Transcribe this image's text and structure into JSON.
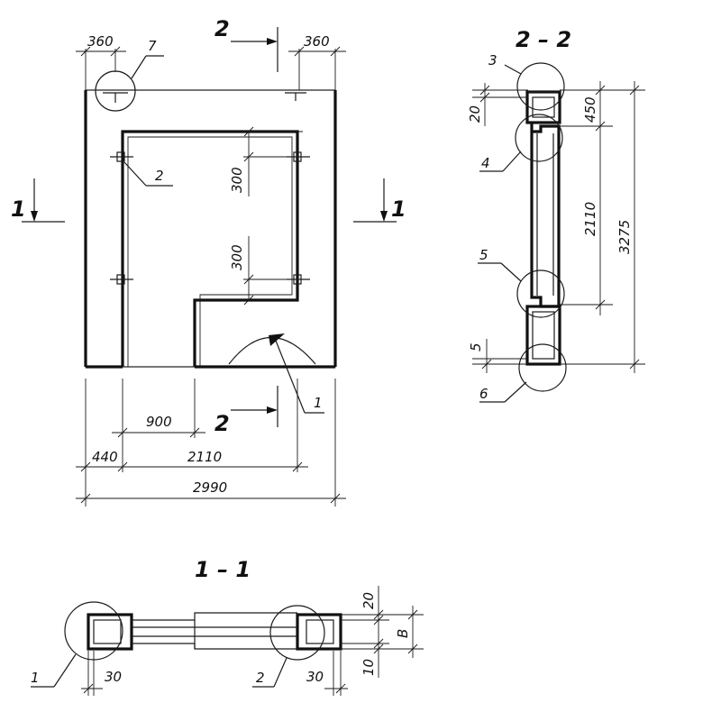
{
  "plan": {
    "dim_top_left": "360",
    "dim_top_right": "360",
    "dim_300_a": "300",
    "dim_300_b": "300",
    "dim_900": "900",
    "dim_440": "440",
    "dim_2110": "2110",
    "dim_2990": "2990",
    "callout_1": "1",
    "callout_2": "2",
    "callout_7": "7",
    "section_mark_1_left": "1",
    "section_mark_1_right": "1",
    "section_mark_2_top": "2",
    "section_mark_2_bottom": "2"
  },
  "section22": {
    "title": "2 – 2",
    "dim_20": "20",
    "dim_450": "450",
    "dim_2110": "2110",
    "dim_3275": "3275",
    "dim_5": "5",
    "callout_3": "3",
    "callout_4": "4",
    "callout_5": "5",
    "callout_6": "6"
  },
  "section11": {
    "title": "1 – 1",
    "dim_20": "20",
    "dim_B": "B",
    "dim_10": "10",
    "dim_30_left": "30",
    "dim_30_right": "30",
    "callout_1": "1",
    "callout_2": "2"
  }
}
